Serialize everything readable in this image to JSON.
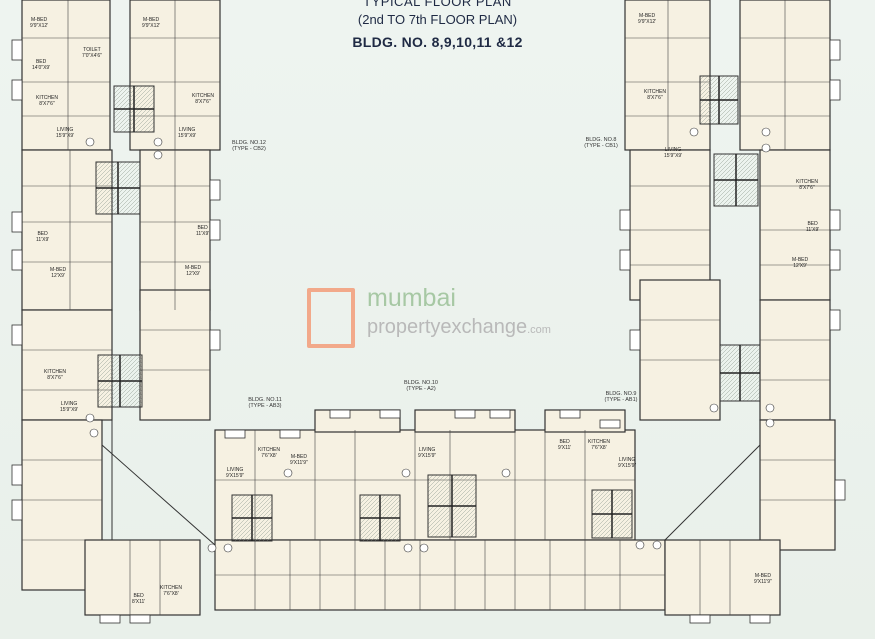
{
  "header": {
    "line1": "TYPICAL FLOOR PLAN",
    "line2": "(2nd TO 7th FLOOR PLAN)",
    "line3": "BLDG. NO. 8,9,10,11 &12"
  },
  "buildings": {
    "b12": {
      "name": "BLDG. NO.12",
      "type": "(TYPE - CB2)"
    },
    "b8": {
      "name": "BLDG. NO.8",
      "type": "(TYPE - CB1)"
    },
    "b10": {
      "name": "BLDG. NO.10",
      "type": "(TYPE - A2)"
    },
    "b11": {
      "name": "BLDG. NO.11",
      "type": "(TYPE - AB3)"
    },
    "b9": {
      "name": "BLDG. NO.9",
      "type": "(TYPE - AB1)"
    }
  },
  "watermark": {
    "line1": "mumbai",
    "line2": "propertyexchange",
    "suffix": ".com"
  },
  "rooms": {
    "r1": "M-BED\n9'9\"X12'",
    "r2": "M-BED\n9'9\"X12'",
    "r3": "BED\n14'0\"X9'",
    "r4": "TOILET\n7'0\"X4'6\"",
    "r5": "KITCHEN\n8'X7'6\"",
    "r6": "LIVING\n15'9\"X9'",
    "r7": "LIVING\n15'9\"X9'",
    "r8": "KITCHEN\n8'X7'6\"",
    "r9": "BED\n11'X9'",
    "r10": "M-BED\n12'X9'",
    "r11": "LIVING\n15'9\"X9'",
    "r12": "KITCHEN\n8'X7'6\"",
    "r13": "BED\n11'X9'",
    "r14": "M-BED\n12'X9'",
    "r15": "LIVING\n9'X15'9\"",
    "r16": "KITCHEN\n7'6\"X8'",
    "r17": "M-BED\n9'X11'9\"",
    "r18": "BED\n8'X11'",
    "r19": "KITCHEN\n7'6\"X8'",
    "r20": "LIVING\n9'X15'9\"",
    "r21": "BED\n11'X9'",
    "r22": "M-BED\n12'X9'",
    "r23": "KITCHEN\n8'X7'6\"",
    "r24": "LIVING\n15'9\"X9'",
    "r25": "M-BED\n9'9\"X12'",
    "r26": "KITCHEN\n8'X7'6\"",
    "r27": "LIVING\n9'X15'9\"",
    "r28": "BED\n9'X11'",
    "r29": "KITCHEN\n7'6\"X8'",
    "r30": "M-BED\n9'X11'9\""
  }
}
